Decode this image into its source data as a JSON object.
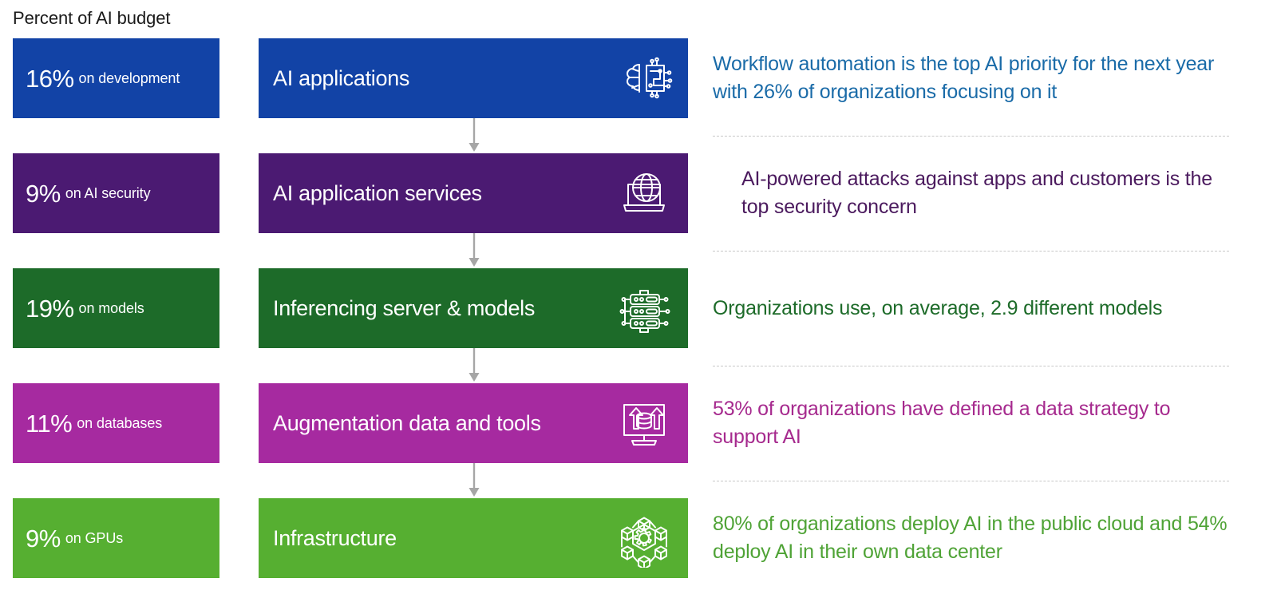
{
  "title": "Percent of AI budget",
  "colors": {
    "blue": "#1243A6",
    "purple": "#4B1A72",
    "dark_green": "#1D6B29",
    "magenta": "#A62AA0",
    "light_green": "#56AF31",
    "blue_text": "#1A6BA8",
    "purple_text": "#4B1A5E",
    "dark_green_text": "#1D6B29",
    "magenta_text": "#A62A8E",
    "light_green_text": "#4FA336",
    "arrow_gray": "#A6A6A6",
    "divider_gray": "#C8C8C8"
  },
  "rows": [
    {
      "budget_percent": "16%",
      "budget_label": "on development",
      "stack_label": "AI applications",
      "icon": "brain-chip-icon",
      "insight": "Workflow automation is the top AI priority for the next year with 26% of organizations focusing on it",
      "color": "#1243A6",
      "text_color": "#1A6BA8",
      "indent": false
    },
    {
      "budget_percent": "9%",
      "budget_label": "on AI security",
      "stack_label": "AI application services",
      "icon": "laptop-globe-icon",
      "insight": "AI-powered attacks against apps and customers is the top security concern",
      "color": "#4B1A72",
      "text_color": "#4B1A5E",
      "indent": true
    },
    {
      "budget_percent": "19%",
      "budget_label": "on models",
      "stack_label": "Inferencing server & models",
      "icon": "server-rack-icon",
      "insight": "Organizations use, on average, 2.9 different models",
      "color": "#1D6B29",
      "text_color": "#1D6B29",
      "indent": false
    },
    {
      "budget_percent": "11%",
      "budget_label": "on databases",
      "stack_label": "Augmentation data and tools",
      "icon": "monitor-database-arrows-icon",
      "insight": "53% of organizations have defined a data strategy to support AI",
      "color": "#A62AA0",
      "text_color": "#A62A8E",
      "indent": false
    },
    {
      "budget_percent": "9%",
      "budget_label": "on GPUs",
      "stack_label": "Infrastructure",
      "icon": "network-gear-icon",
      "insight": "80% of organizations deploy AI in the public cloud and  54% deploy AI in their own data center",
      "color": "#56AF31",
      "text_color": "#4FA336",
      "indent": false
    }
  ]
}
